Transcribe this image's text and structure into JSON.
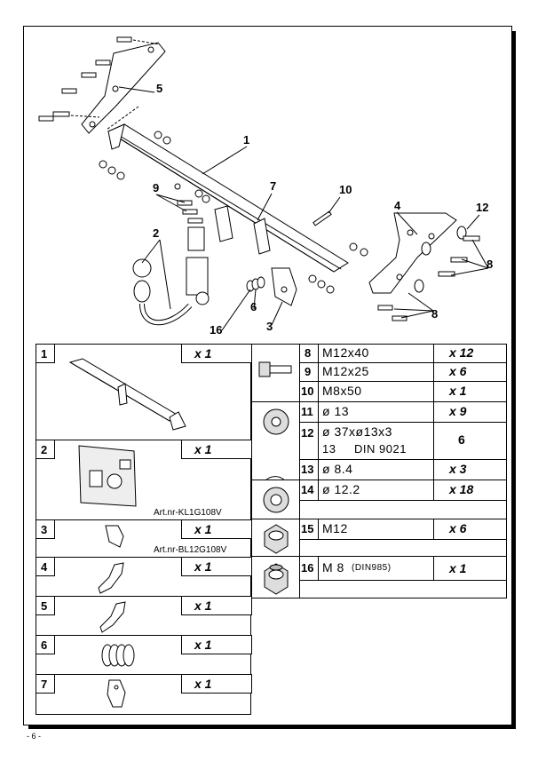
{
  "page_number": "- 6 -",
  "callouts": [
    "1",
    "2",
    "3",
    "4",
    "5",
    "6",
    "7",
    "8",
    "8",
    "9",
    "10",
    "12",
    "16"
  ],
  "left_parts": [
    {
      "num": "1",
      "qty": "x 1",
      "art": ""
    },
    {
      "num": "2",
      "qty": "x 1",
      "art": "Art.nr-KL1G108V"
    },
    {
      "num": "3",
      "qty": "x 1",
      "art": "Art.nr-BL12G108V"
    },
    {
      "num": "4",
      "qty": "x 1",
      "art": ""
    },
    {
      "num": "5",
      "qty": "x 1",
      "art": ""
    },
    {
      "num": "6",
      "qty": "x 1",
      "art": ""
    },
    {
      "num": "7",
      "qty": "x 1",
      "art": ""
    }
  ],
  "right_parts": [
    {
      "num": "8",
      "spec": "M12x40",
      "qty": "x 12"
    },
    {
      "num": "9",
      "spec": "M12x25",
      "qty": "x 6"
    },
    {
      "num": "10",
      "spec": "M8x50",
      "qty": "x 1"
    },
    {
      "num": "11",
      "spec": "ø 13",
      "qty": "x 9"
    },
    {
      "num": "12",
      "spec": "ø 37xø13x3",
      "spec2": "13     DIN 9021",
      "qty": "6"
    },
    {
      "num": "13",
      "spec": "ø 8.4",
      "qty": "x 3"
    },
    {
      "num": "14",
      "spec": "ø 12.2",
      "qty": "x 18"
    },
    {
      "num": "15",
      "spec": "M12",
      "qty": "x 6"
    },
    {
      "num": "16",
      "spec": "M 8",
      "spec_small": "(DIN985)",
      "qty": "x 1"
    }
  ]
}
